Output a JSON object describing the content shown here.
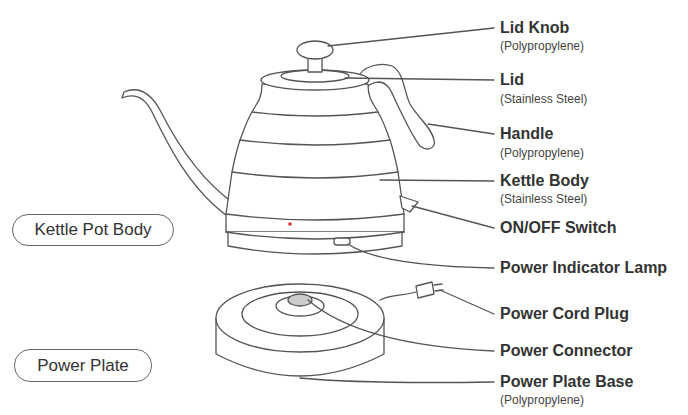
{
  "diagram": {
    "nodes": [
      {
        "text": [
          "Kettle Pot Body"
        ]
      },
      {
        "text": [
          "Power Plate"
        ]
      }
    ],
    "labels": [
      "Lid Knob",
      "(Polypropylene)",
      "Lid",
      "(Stainless Steel)",
      "Handle",
      "(Polypropylene)",
      "Kettle Body",
      "(Stainless Steel)",
      "ON/OFF Switch",
      "Power Indicator Lamp",
      "Power Cord Plug",
      "Power Connector",
      "Power Plate Base",
      "(Polypropylene)"
    ]
  }
}
